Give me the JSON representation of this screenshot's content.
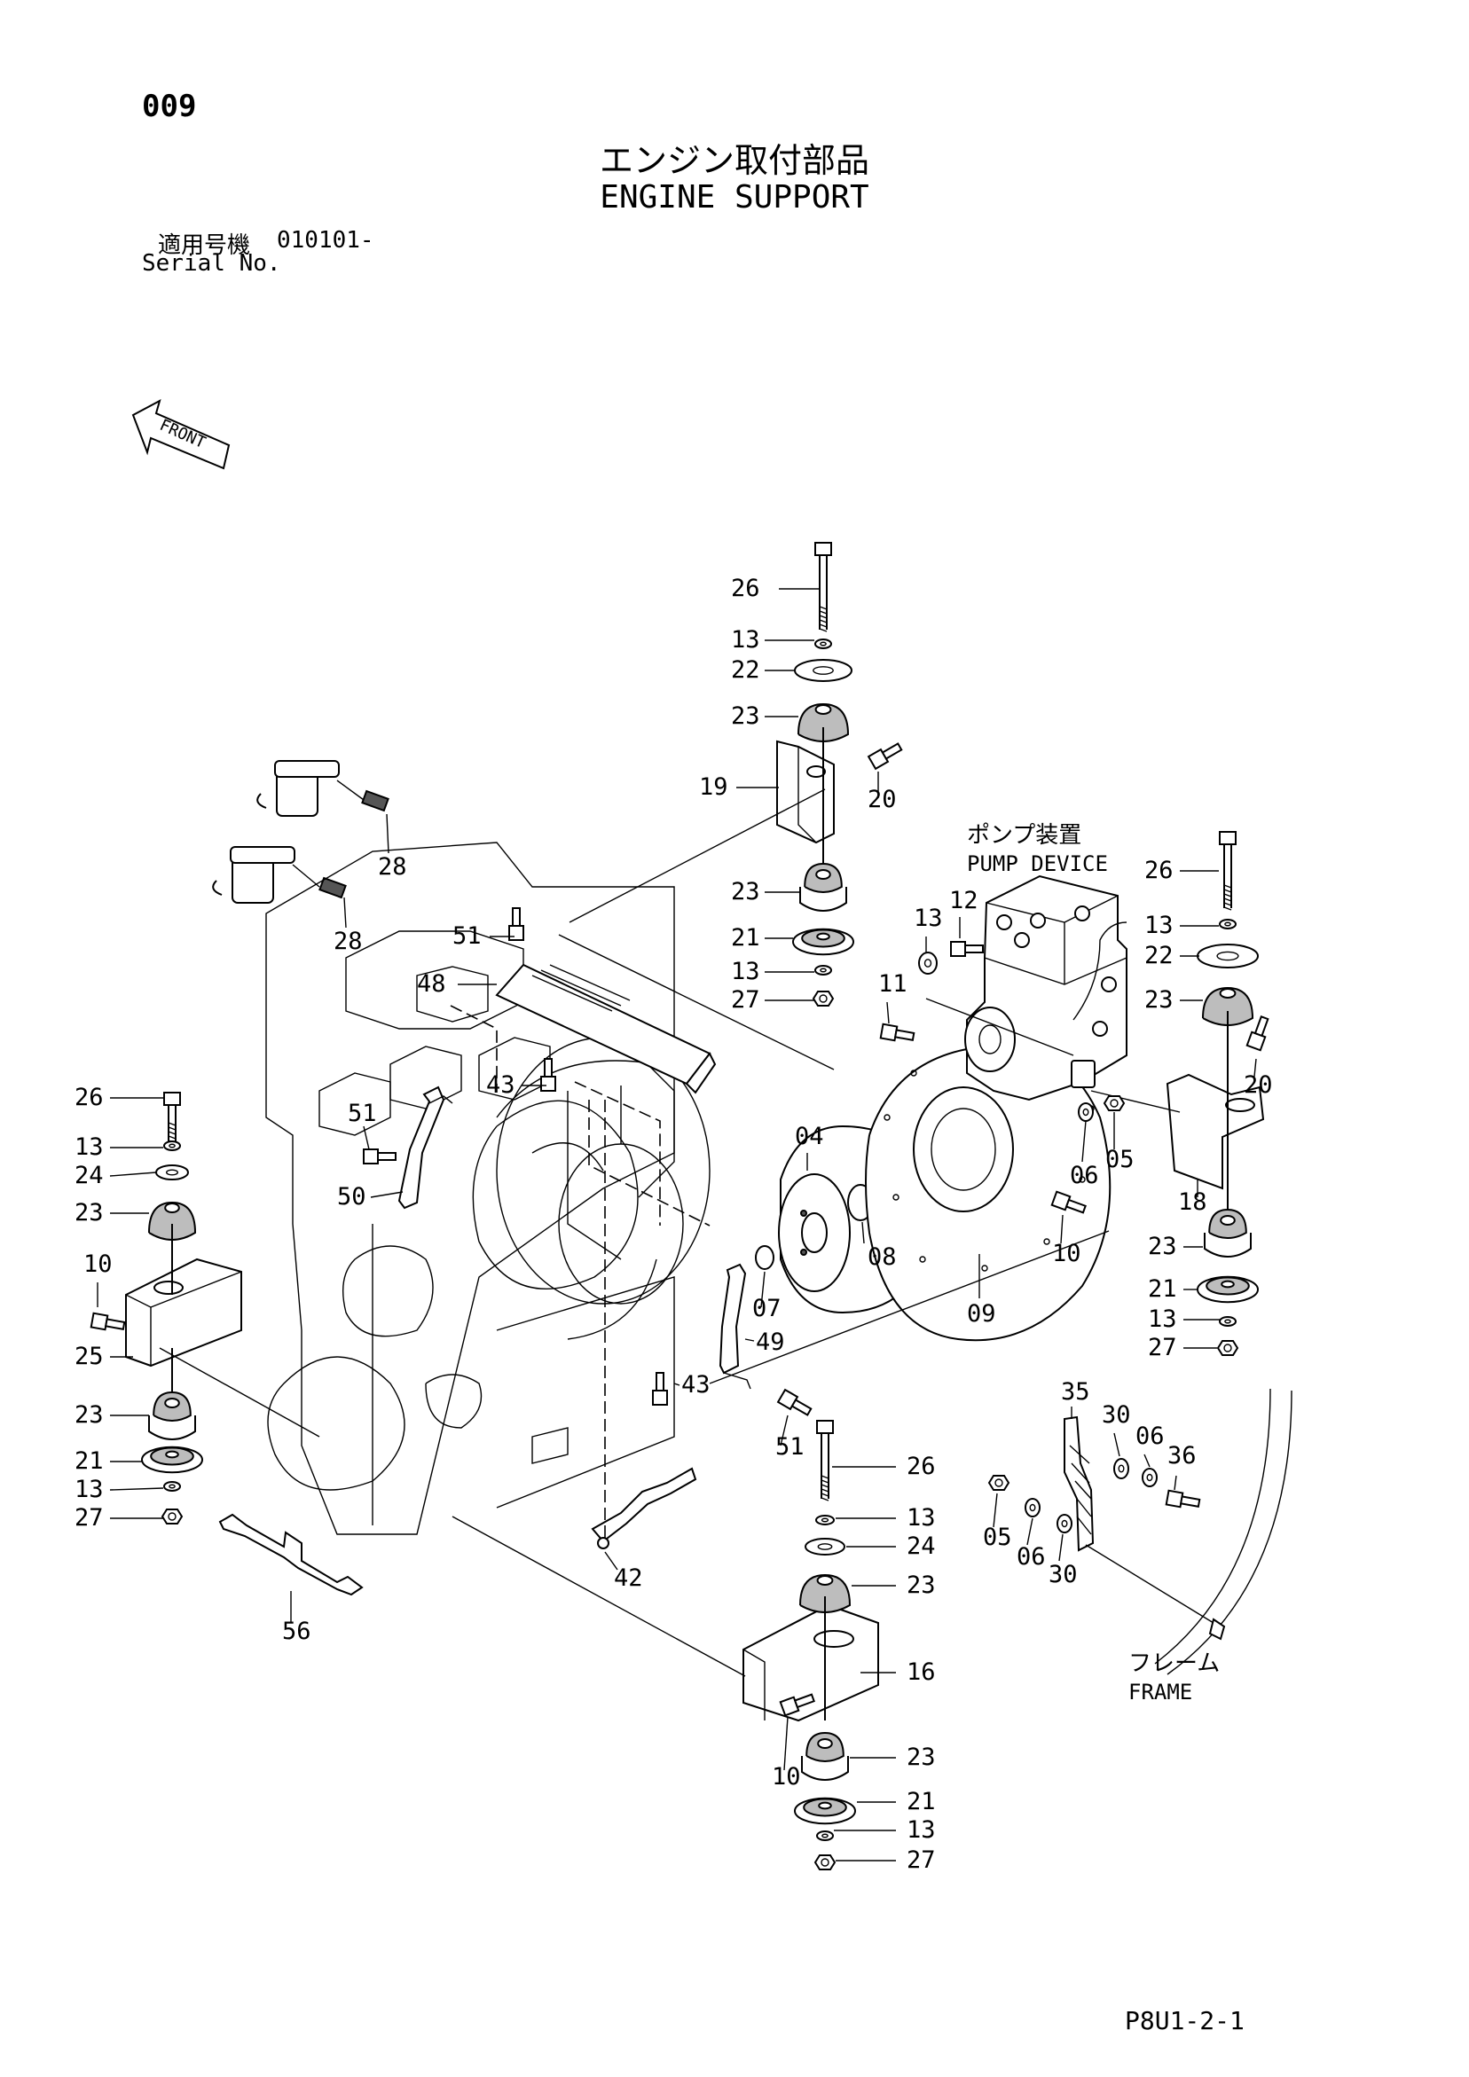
{
  "page": {
    "number": "009",
    "title_jp": "エンジン取付部品",
    "title_en": "ENGINE SUPPORT",
    "serial_label_jp": "適用号機",
    "serial_value": "010101-",
    "serial_label_en": "Serial No.",
    "front_label": "FRONT",
    "footer_code": "P8U1-2-1"
  },
  "labels": {
    "pump_device_jp": "ポンプ装置",
    "pump_device_en": "PUMP  DEVICE",
    "frame_jp": "フレーム",
    "frame_en": "FRAME"
  },
  "callouts": [
    "26",
    "13",
    "22",
    "23",
    "19",
    "20",
    "23",
    "21",
    "13",
    "27",
    "28",
    "28",
    "51",
    "48",
    "43",
    "51",
    "50",
    "26",
    "13",
    "24",
    "23",
    "10",
    "25",
    "23",
    "21",
    "13",
    "27",
    "04",
    "07",
    "08",
    "49",
    "43",
    "51",
    "42",
    "56",
    "12",
    "13",
    "11",
    "26",
    "13",
    "22",
    "23",
    "20",
    "06",
    "05",
    "18",
    "10",
    "09",
    "23",
    "21",
    "13",
    "27",
    "26",
    "13",
    "24",
    "23",
    "16",
    "10",
    "23",
    "21",
    "13",
    "27",
    "35",
    "30",
    "06",
    "36",
    "05",
    "06",
    "30"
  ]
}
